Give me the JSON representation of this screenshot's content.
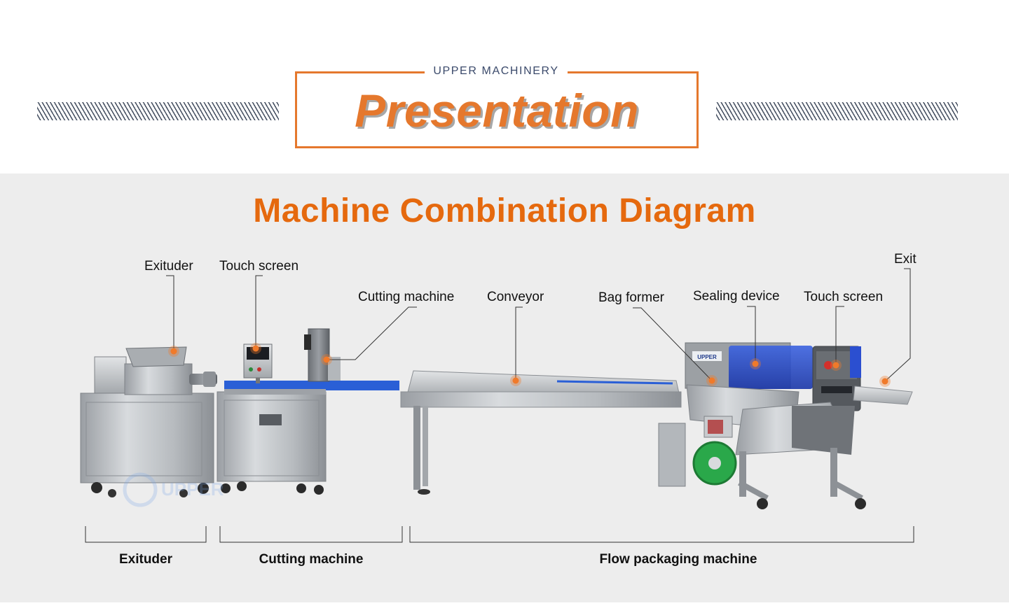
{
  "header": {
    "brand": "UPPER MACHINERY",
    "title": "Presentation"
  },
  "diagram": {
    "title": "Machine Combination Diagram",
    "callouts": {
      "extruder": "Exituder",
      "touch_screen_1": "Touch screen",
      "cutting_machine": "Cutting machine",
      "conveyor": "Conveyor",
      "bag_former": "Bag former",
      "sealing_device": "Sealing device",
      "touch_screen_2": "Touch screen",
      "exit": "Exit"
    },
    "sections": {
      "extruder": "Exituder",
      "cutting_machine": "Cutting machine",
      "flow_packaging_machine": "Flow packaging machine"
    },
    "machine_panel_logo": "UPPER",
    "watermark": "UPPER"
  },
  "colors": {
    "accent_orange": "#e5782d",
    "title_orange": "#e5690e",
    "marker_orange": "#f07a2a",
    "brand_navy": "#3b4a6b",
    "panel_gray": "#ededed",
    "guard_blue": "#1f47c9",
    "belt_blue": "#2a5fd6",
    "film_green": "#2aa84a"
  }
}
